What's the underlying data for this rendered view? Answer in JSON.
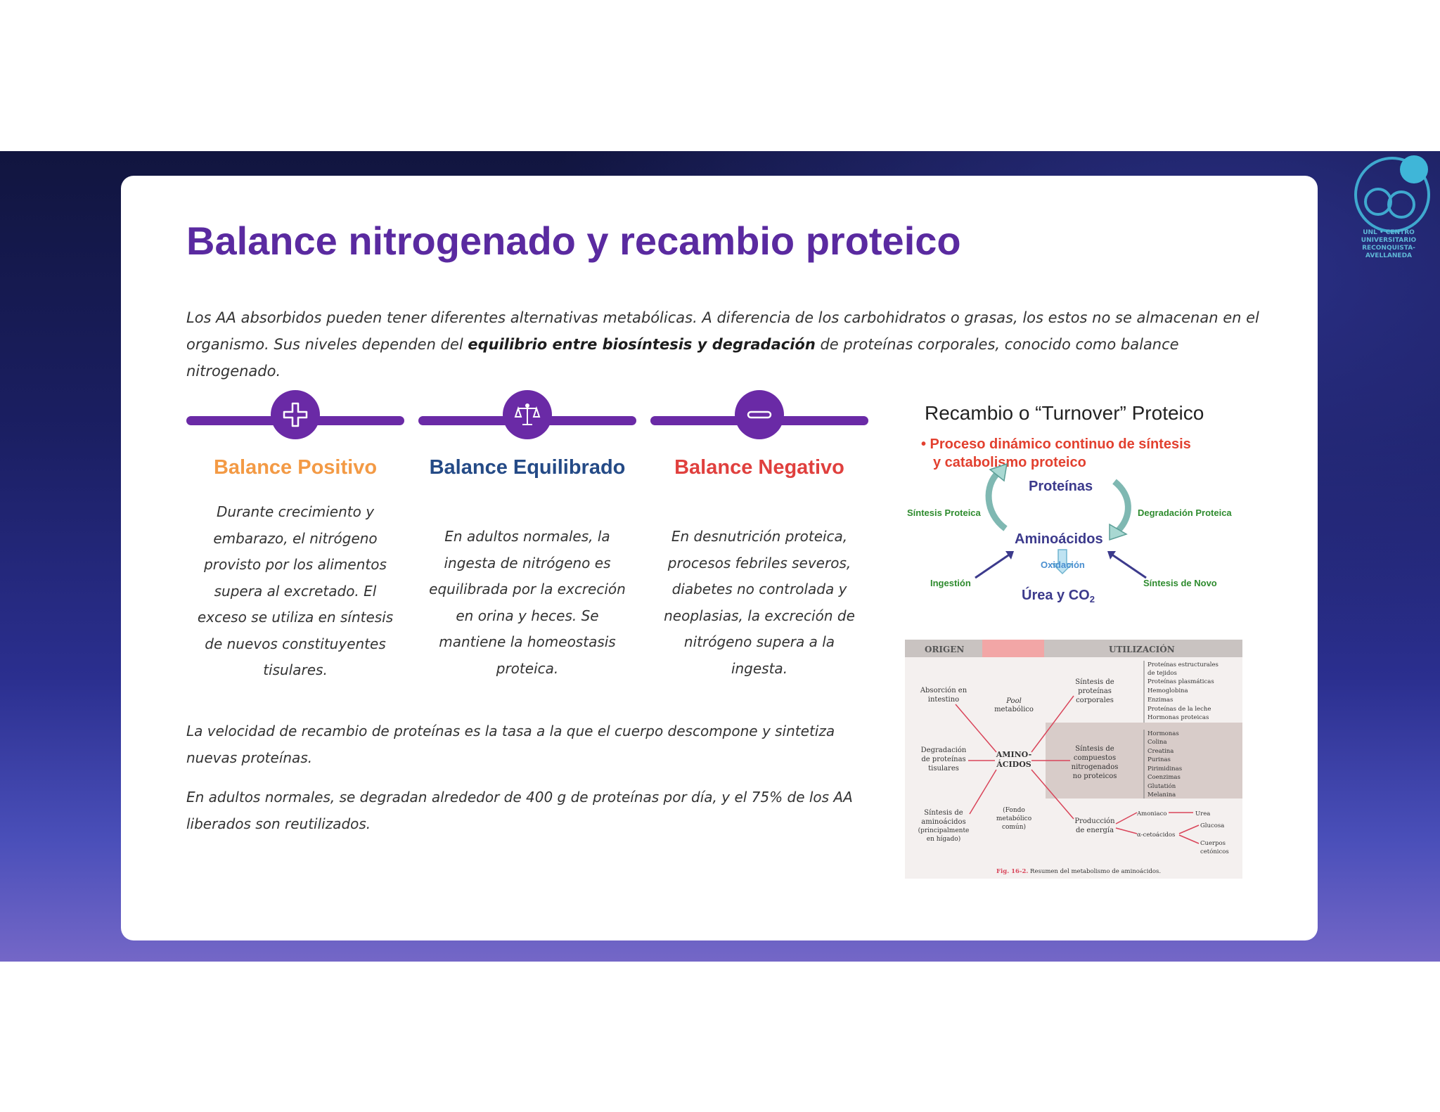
{
  "title": "Balance nitrogenado y recambio proteico",
  "intro": {
    "part1": "Los AA absorbidos pueden tener diferentes alternativas metabólicas. A diferencia de los carbohidratos o grasas, los estos no se almacenan en el organismo. Sus niveles dependen del ",
    "bold": "equilibrio entre biosíntesis y degradación",
    "part2": " de proteínas corporales, conocido como balance nitrogenado."
  },
  "columns": [
    {
      "icon": "plus-icon",
      "color": "#f39a45",
      "heading": "Balance Positivo",
      "text": "Durante crecimiento y embarazo, el nitrógeno provisto por los alimentos supera al excretado. El exceso se utiliza en síntesis de nuevos constituyentes tisulares."
    },
    {
      "icon": "scale-icon",
      "color": "#244a86",
      "heading": "Balance Equilibrado",
      "text": "En adultos normales, la ingesta de nitrógeno es equilibrada por la excreción en orina y heces. Se mantiene la homeostasis proteica."
    },
    {
      "icon": "minus-icon",
      "color": "#e0403e",
      "heading": "Balance Negativo",
      "text": "En desnutrición proteica, procesos febriles severos, diabetes no controlada y neoplasias, la excreción de nitrógeno supera a la ingesta."
    }
  ],
  "paragraphs": [
    "La velocidad de recambio de proteínas es la tasa a la que el cuerpo descompone y sintetiza nuevas proteínas.",
    "En adultos normales, se degradan alrededor de 400 g de proteínas por día, y el 75% de los AA liberados son reutilizados."
  ],
  "logo": {
    "line1": "UNL • CENTRO UNIVERSITARIO",
    "line2": "RECONQUISTA-AVELLANEDA"
  },
  "turnover": {
    "title": "Recambio o “Turnover” Proteico",
    "bullet1": "• Proceso dinámico continuo de síntesis",
    "bullet2": "y catabolismo proteico",
    "proteinas": "Proteínas",
    "aminoacidos": "Aminoácidos",
    "sintesis": "Síntesis Proteica",
    "degradacion": "Degradación Proteica",
    "oxidacion": "Oxidación",
    "ingestion": "Ingestión",
    "denovo": "Síntesis de Novo",
    "urea": "Úrea y CO",
    "urea_sub": "2"
  },
  "metabolism": {
    "origen": "ORIGEN",
    "utilizacion": "UTILIZACIÓN",
    "abs1": "Absorción en",
    "abs2": "intestino",
    "pool1": "Pool",
    "pool2": "metabólico",
    "deg1": "Degradación",
    "deg2": "de proteínas",
    "deg3": "tisulares",
    "amino1": "AMINO-",
    "amino2": "ÁCIDOS",
    "sin1": "Síntesis de",
    "sin2": "aminoácidos",
    "sin3": "(principalmente",
    "sin4": "en hígado)",
    "fondo1": "(Fondo",
    "fondo2": "metabólico",
    "fondo3": "común)",
    "sp1": "Síntesis de",
    "sp2": "proteínas",
    "sp3": "corporales",
    "sc1": "Síntesis de",
    "sc2": "compuestos",
    "sc3": "nitrogenados",
    "sc4": "no proteicos",
    "pe1": "Producción",
    "pe2": "de energía",
    "list1": [
      "Proteínas estructurales",
      "de tejidos",
      "Proteínas plasmáticas",
      "Hemoglobina",
      "Enzimas",
      "Proteínas de la leche",
      "Hormonas proteicas"
    ],
    "list2": [
      "Hormonas",
      "Colina",
      "Creatina",
      "Purinas",
      "Pirimidinas",
      "Coenzimas",
      "Glutatión",
      "Melanina"
    ],
    "amoniaco": "Amoniaco",
    "urea": "Urea",
    "ceto": "α-cetoácidos",
    "glucosa": "Glucosa",
    "cuerpos1": "Cuerpos",
    "cuerpos2": "cetónicos",
    "caption_fig": "Fig. 16-2.",
    "caption_text": " Resumen del metabolismo de aminoácidos."
  }
}
